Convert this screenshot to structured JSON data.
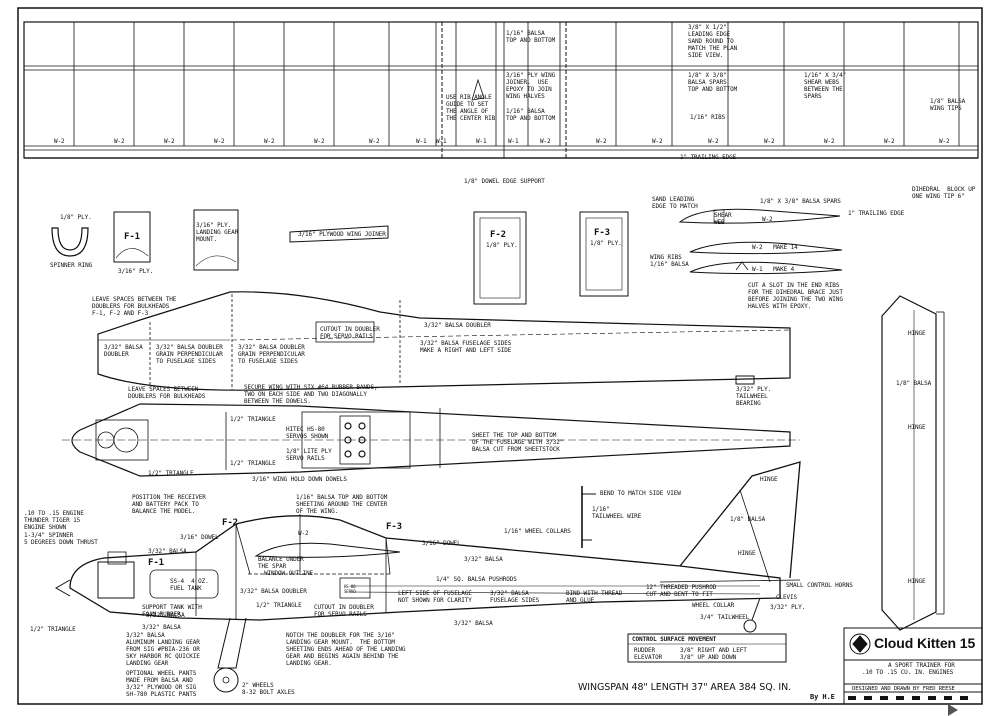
{
  "title_block": {
    "title": "Cloud Kitten 15",
    "subtitle": "A SPORT TRAINER FOR",
    "engines": ".10 TO .15 CU. IN. ENGINES",
    "designer": "DESIGNED AND DRAWN BY FRED REESE",
    "signature": "By H.E"
  },
  "specs": "WINGSPAN 48\" LENGTH 37\" AREA 384 SQ. IN.",
  "control_surface": {
    "header": "CONTROL SURFACE MOVEMENT",
    "rudder": "RUDDER",
    "rudder_val": "3/8\" RIGHT AND LEFT",
    "elevator": "ELEVATOR",
    "elevator_val": "3/8\" UP AND DOWN"
  },
  "wing": {
    "rib_labels": [
      "W-2",
      "W-2",
      "W-2",
      "W-2",
      "W-2",
      "W-2",
      "W-2",
      "W-1",
      "W-1",
      "W-1",
      "W-1",
      "W-2",
      "W-2",
      "W-2",
      "W-2",
      "W-2",
      "W-2",
      "W-2",
      "W-2"
    ],
    "center_top_note": "1/16\" BALSA\nTOP AND BOTTOM",
    "joiner_note": "3/16\" PLY WING\nJOINER.  USE\nEPOXY TO JOIN\nWING HALVES",
    "center_bottom_note": "1/16\" BALSA\nTOP AND BOTTOM",
    "rib_angle_note": "USE RIB ANGLE\nGUIDE TO SET\nTHE ANGLE OF\nTHE CENTER RIB",
    "le_note": "3/8\" X 1/2\"\nLEADING EDGE\nSAND ROUND TO\nMATCH THE PLAN\nSIDE VIEW.",
    "spar_note": "1/8\" X 3/8\"\nBALSA SPARS\nTOP AND BOTTOM",
    "ribs_note": "1/16\" RIBS",
    "webs_note": "1/16\" X 3/4\"\nSHEAR WEBS\nBETWEEN THE\nSPARS",
    "tips_note": "1/8\" BALSA\nWING TIPS",
    "te_label": "1\" TRAILING EDGE",
    "dowel_support": "1/8\" DOWEL EDGE SUPPORT",
    "dihedral": "DIHEDRAL  BLOCK UP\nONE WING TIP 6\""
  },
  "parts": {
    "spinner_ply": "1/8\" PLY.",
    "spinner_ring": "SPINNER RING",
    "f1": "F-1",
    "f1_ply": "3/16\" PLY.",
    "gear_mount": "3/16\" PLY.\nLANDING GEAR\nMOUNT.",
    "joiner": "3/16\" PLYWOOD WING JOINER",
    "f2": "F-2",
    "f2_ply": "1/8\" PLY.",
    "f3": "F-3",
    "f3_ply": "1/8\" PLY."
  },
  "rib_section": {
    "sand_le": "SAND LEADING\nEDGE TO MATCH",
    "spars": "1/8\" X 3/8\" BALSA SPARS",
    "shear_web": "SHEAR\nWEB",
    "w2": "W-2",
    "te": "1\" TRAILING EDGE",
    "wing_ribs": "WING RIBS\n1/16\" BALSA",
    "w2_make": "W-2   MAKE 14",
    "w1_make": "W-1   MAKE 4",
    "slot_note": "CUT A SLOT IN THE END RIBS\nFOR THE DIHEDRAL BRACE JUST\nBEFORE JOINING THE TWO WING\nHALVES WITH EPOXY."
  },
  "fuselage_side": {
    "spaces_note": "LEAVE SPACES BETWEEN THE\nDOUBLERS FOR BULKHEADS\nF-1, F-2 AND F-3",
    "doubler": "3/32\" BALSA\nDOUBLER",
    "grain1": "3/32\" BALSA DOUBLER\nGRAIN PERPENDICULAR\nTO FUSELAGE SIDES",
    "grain2": "3/32\" BALSA DOUBLER\nGRAIN PERPENDICULAR\nTO FUSELAGE SIDES",
    "cutout": "CUTOUT IN DOUBLER\nFOR SERVO RAILS",
    "balsa_doubler": "3/32\" BALSA DOUBLER",
    "sides": "3/32\" BALSA FUSELAGE SIDES\nMAKE A RIGHT AND LEFT SIDE"
  },
  "top_view": {
    "spaces": "LEAVE SPACES BETWEEN\nDOUBLERS FOR BULKHEADS",
    "secure": "SECURE WING WITH SIX #64 RUBBER BANDS,\nTWO ON EACH SIDE AND TWO DIAGONALLY\nBETWEEN THE DOWELS.",
    "tri_top": "1/2\" TRIANGLE",
    "hitec": "HITEC HS-80\nSERVOS SHOWN",
    "lite_ply": "1/8\" LITE PLY\nSERVO RAILS",
    "tri_bot": "1/2\" TRIANGLE",
    "tri_left": "1/2\" TRIANGLE",
    "sheet": "SHEET THE TOP AND BOTTOM\nOF THE FUSELAGE WITH 3/32\"\nBALSA CUT FROM SHEETSTOCK",
    "hold_down": "3/16\" WING HOLD DOWN DOWELS"
  },
  "tailwheel": {
    "bearing": "3/32\" PLY.\nTAILWHEEL\nBEARING",
    "bend": "BEND TO MATCH SIDE VIEW",
    "wire": "1/16\"\nTAILWHEEL WIRE",
    "collars": "1/16\" WHEEL COLLARS"
  },
  "stab": {
    "balsa": "1/8\" BALSA",
    "hinge_labels": [
      "HINGE",
      "HINGE",
      "HINGE"
    ]
  },
  "side_view": {
    "engine": ".10 TO .15 ENGINE\nTHUNDER TIGER 15\nENGINE SHOWN",
    "spinner": "1-3/4\" SPINNER\n5 DEGREES DOWN THRUST",
    "receiver": "POSITION THE RECEIVER\nAND BATTERY PACK TO\nBALANCE THE MODEL.",
    "sheeting": "1/16\" BALSA TOP AND BOTTOM\nSHEETING AROUND THE CENTER\nOF THE WING.",
    "f2": "F-2",
    "f3": "F-3",
    "f1": "F-1",
    "dowel1": "3/16\" DOWEL",
    "dowel2": "3/16\" DOWEL",
    "w2": "W-2",
    "balsa1": "3/32\" BALSA",
    "balance": "BALANCE UNDER\nTHE SPAR",
    "window": "WINDOW OUTLINE",
    "fuel": "SS-4  4 OZ.\nFUEL TANK",
    "support": "SUPPORT TANK WITH\nFOAM RUBBER",
    "doubler": "3/32\" BALSA DOUBLER",
    "triangle": "1/2\" TRIANGLE",
    "cutout": "CUTOUT IN DOUBLER\nFOR SERVO RAILS",
    "hs80": "HS-80\nSERVO",
    "left_side": "LEFT SIDE OF FUSELAGE\nNOT SHOWN FOR CLARITY",
    "fuse_sides": "3/32\" BALSA\nFUSELAGE SIDES",
    "bind": "BIND WITH THREAD\nAND GLUE",
    "pushrods": "1/4\" SQ. BALSA PUSHRODS",
    "balsa2": "3/32\" BALSA",
    "threaded": "12\" THREADED PUSHROD\nCUT AND BENT TO FIT",
    "horns": "SMALL CONTROL HORNS",
    "clevis": "CLEVIS",
    "collar": "WHEEL COLLAR",
    "tailwheel": "3/4\" TAILWHEEL",
    "ply": "3/32\" PLY.",
    "fin_balsa": "1/8\" BALSA",
    "hinge1": "HINGE",
    "hinge2": "HINGE",
    "balsa3": "3/32\" BALSA",
    "balsa4": "3/32\" BALSA",
    "triangle_left": "1/2\" TRIANGLE",
    "gear_note": "3/32\" BALSA\nALUMINUM LANDING GEAR\nFROM SIG #PBIA-236 OR\nSKY HARBOR RC QUICKIE\nLANDING GEAR",
    "pants": "OPTIONAL WHEEL PANTS\nMADE FROM BALSA AND\n3/32\" PLYWOOD OR SIG\nSH-780 PLASTIC PANTS",
    "notch": "NOTCH THE DOUBLER FOR THE 3/16\"\nLANDING GEAR MOUNT.  THE BOTTOM\nSHEETING ENDS AHEAD OF THE LANDING\nGEAR AND BEGINS AGAIN BEHIND THE\nLANDING GEAR.",
    "wheels": "2\" WHEELS\n8-32 BOLT AXLES",
    "balsa5": "3/32\" BALSA"
  }
}
